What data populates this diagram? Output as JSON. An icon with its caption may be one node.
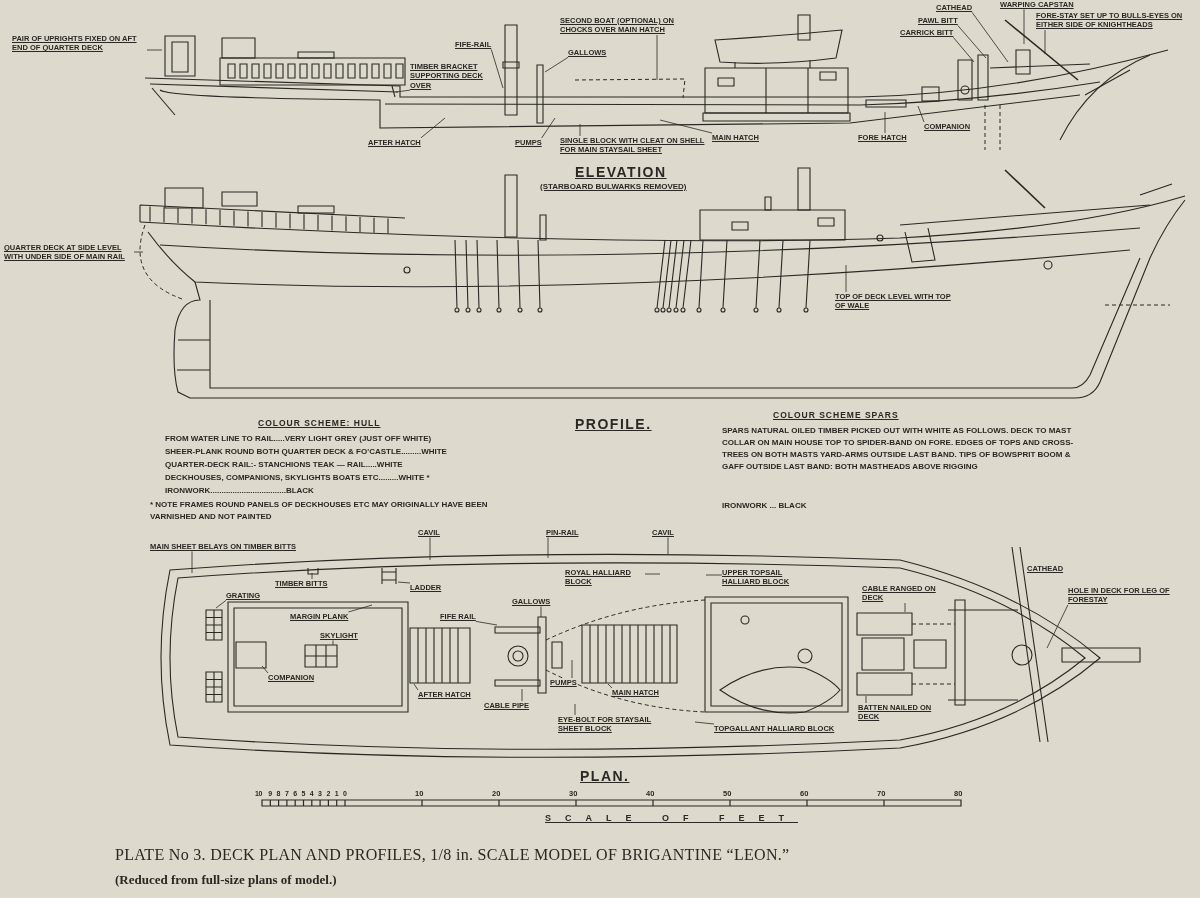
{
  "diagram": {
    "caption": "PLATE No 3. DECK PLAN AND PROFILES, 1/8 in. SCALE MODEL OF BRIGANTINE “LEON.”",
    "nodes": [
      {
        "text": [
          "PAIR OF UPRIGHTS FIXED ON AFT END OF QUARTER DECK"
        ]
      },
      {
        "text": [
          "TIMBER BRACKET SUPPORTING DECK OVER"
        ]
      },
      {
        "text": [
          "FIFE-RAIL"
        ]
      },
      {
        "text": [
          "SECOND BOAT (OPTIONAL) ON CHOCKS OVER MAIN HATCH"
        ]
      },
      {
        "text": [
          "GALLOWS"
        ]
      },
      {
        "text": [
          "AFTER HATCH"
        ]
      },
      {
        "text": [
          "PUMPS"
        ]
      },
      {
        "text": [
          "SINGLE BLOCK WITH CLEAT ON SHELL FOR MAIN STAYSAIL SHEET"
        ]
      },
      {
        "text": [
          "MAIN HATCH"
        ]
      },
      {
        "text": [
          "FORE HATCH"
        ]
      },
      {
        "text": [
          "COMPANION"
        ]
      },
      {
        "text": [
          "CATHEAD"
        ]
      },
      {
        "text": [
          "WARPING CAPSTAN"
        ]
      },
      {
        "text": [
          "PAWL BITT"
        ]
      },
      {
        "text": [
          "CARRICK BITT"
        ]
      },
      {
        "text": [
          "FORE-STAY SET UP TO BULLS-EYES ON EITHER SIDE OF KNIGHTHEADS"
        ]
      },
      {
        "text": [
          "QUARTER DECK AT SIDE LEVEL WITH UNDER SIDE OF MAIN RAIL"
        ]
      },
      {
        "text": [
          "TOP OF DECK LEVEL WITH TOP OF WALE"
        ]
      },
      {
        "text": [
          "MAIN SHEET BELAYS ON TIMBER BITTS"
        ]
      },
      {
        "text": [
          "TIMBER BITTS"
        ]
      },
      {
        "text": [
          "GRATING"
        ]
      },
      {
        "text": [
          "MARGIN PLANK"
        ]
      },
      {
        "text": [
          "SKYLIGHT"
        ]
      },
      {
        "text": [
          "COMPANION"
        ]
      },
      {
        "text": [
          "LADDER"
        ]
      },
      {
        "text": [
          "CAVIL"
        ]
      },
      {
        "text": [
          "PIN-RAIL"
        ]
      },
      {
        "text": [
          "CAVIL"
        ]
      },
      {
        "text": [
          "ROYAL HALLIARD BLOCK"
        ]
      },
      {
        "text": [
          "UPPER TOPSAIL HALLIARD BLOCK"
        ]
      },
      {
        "text": [
          "GALLOWS"
        ]
      },
      {
        "text": [
          "FIFE RAIL"
        ]
      },
      {
        "text": [
          "AFTER HATCH"
        ]
      },
      {
        "text": [
          "CABLE PIPE"
        ]
      },
      {
        "text": [
          "PUMPS"
        ]
      },
      {
        "text": [
          "MAIN HATCH"
        ]
      },
      {
        "text": [
          "EYE-BOLT FOR STAYSAIL SHEET BLOCK"
        ]
      },
      {
        "text": [
          "TOPGALLANT HALLIARD BLOCK"
        ]
      },
      {
        "text": [
          "CABLE RANGED ON DECK"
        ]
      },
      {
        "text": [
          "BATTEN NAILED ON DECK"
        ]
      },
      {
        "text": [
          "HOLE IN DECK FOR LEG OF FORESTAY"
        ]
      }
    ],
    "edges": [
      {
        "from": 0,
        "to": null,
        "arrow": "none"
      },
      {
        "from": 1,
        "to": null,
        "arrow": "none"
      },
      {
        "from": 2,
        "to": null,
        "arrow": "none"
      },
      {
        "from": 3,
        "to": null,
        "arrow": "none"
      },
      {
        "from": 4,
        "to": null,
        "arrow": "none"
      },
      {
        "from": 5,
        "to": null,
        "arrow": "none"
      },
      {
        "from": 6,
        "to": null,
        "arrow": "none"
      },
      {
        "from": 7,
        "to": null,
        "arrow": "none"
      },
      {
        "from": 8,
        "to": null,
        "arrow": "none"
      },
      {
        "from": 9,
        "to": null,
        "arrow": "none"
      },
      {
        "from": 10,
        "to": null,
        "arrow": "none"
      },
      {
        "from": 11,
        "to": null,
        "arrow": "none"
      },
      {
        "from": 12,
        "to": null,
        "arrow": "none"
      },
      {
        "from": 13,
        "to": null,
        "arrow": "none"
      },
      {
        "from": 14,
        "to": null,
        "arrow": "none"
      },
      {
        "from": 15,
        "to": null,
        "arrow": "none"
      },
      {
        "from": 16,
        "to": null,
        "arrow": "none"
      },
      {
        "from": 17,
        "to": null,
        "arrow": "none"
      },
      {
        "from": 18,
        "to": null,
        "arrow": "none"
      },
      {
        "from": 19,
        "to": null,
        "arrow": "none"
      },
      {
        "from": 20,
        "to": null,
        "arrow": "none"
      },
      {
        "from": 21,
        "to": null,
        "arrow": "none"
      },
      {
        "from": 22,
        "to": null,
        "arrow": "none"
      },
      {
        "from": 23,
        "to": null,
        "arrow": "none"
      },
      {
        "from": 24,
        "to": null,
        "arrow": "none"
      },
      {
        "from": 25,
        "to": null,
        "arrow": "none"
      },
      {
        "from": 26,
        "to": null,
        "arrow": "none"
      },
      {
        "from": 27,
        "to": null,
        "arrow": "none"
      },
      {
        "from": 28,
        "to": null,
        "arrow": "none"
      },
      {
        "from": 29,
        "to": null,
        "arrow": "none"
      },
      {
        "from": 30,
        "to": null,
        "arrow": "none"
      },
      {
        "from": 31,
        "to": null,
        "arrow": "none"
      },
      {
        "from": 32,
        "to": null,
        "arrow": "none"
      },
      {
        "from": 33,
        "to": null,
        "arrow": "none"
      },
      {
        "from": 34,
        "to": null,
        "arrow": "none"
      },
      {
        "from": 35,
        "to": null,
        "arrow": "none"
      },
      {
        "from": 36,
        "to": null,
        "arrow": "none"
      },
      {
        "from": 37,
        "to": null,
        "arrow": "none"
      },
      {
        "from": 38,
        "to": null,
        "arrow": "none"
      },
      {
        "from": 39,
        "to": null,
        "arrow": "none"
      },
      {
        "from": 40,
        "to": null,
        "arrow": "none"
      }
    ],
    "labels": [
      "ELEVATION",
      "(STARBOARD BULWARKS REMOVED)",
      "PROFILE.",
      "COLOUR SCHEME: HULL",
      "FROM WATER LINE TO RAIL.....VERY LIGHT GREY (JUST OFF WHITE)",
      "SHEER-PLANK ROUND BOTH QUARTER DECK & FO'CASTLE.........WHITE",
      "QUARTER-DECK RAIL:- STANCHIONS TEAK — RAIL.....WHITE",
      "DECKHOUSES, COMPANIONS, SKYLIGHTS BOATS ETC.........WHITE *",
      "IRONWORK..................................BLACK",
      "* NOTE FRAMES ROUND PANELS OF DECKHOUSES ETC MAY ORIGINALLY HAVE BEEN VARNISHED AND NOT PAINTED",
      "COLOUR SCHEME SPARS",
      "SPARS NATURAL OILED TIMBER PICKED OUT WITH WHITE AS FOLLOWS. DECK TO MAST COLLAR ON MAIN HOUSE TOP TO SPIDER-BAND ON FORE. EDGES OF TOPS AND CROSS-TREES ON BOTH MASTS YARD-ARMS OUTSIDE LAST BAND. TIPS OF BOWSPRIT BOOM & GAFF OUTSIDE LAST BAND: BOTH MASTHEADS ABOVE RIGGING",
      "IRONWORK ... BLACK",
      "CATHEAD",
      "PLAN.",
      "10",
      "9",
      "8",
      "7",
      "6",
      "5",
      "4",
      "3",
      "2",
      "1",
      "0",
      "10",
      "20",
      "30",
      "40",
      "50",
      "60",
      "70",
      "80",
      "SCALE OF FEET",
      "(Reduced from full-size plans of model.)"
    ]
  }
}
